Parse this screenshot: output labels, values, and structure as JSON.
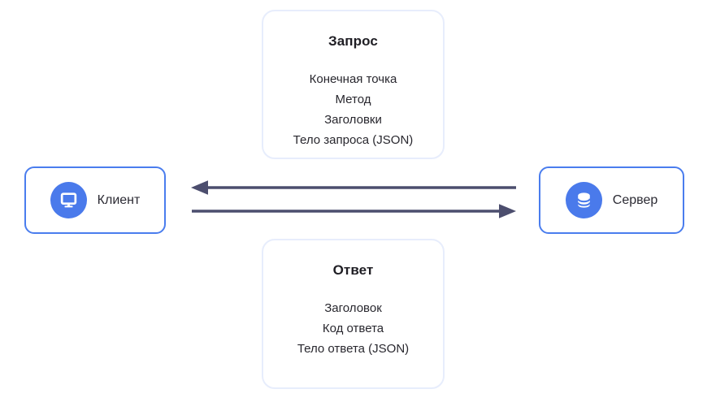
{
  "diagram": {
    "request_card": {
      "title": "Запрос",
      "items": [
        "Конечная точка",
        "Метод",
        "Заголовки",
        "Тело запроса (JSON)"
      ]
    },
    "response_card": {
      "title": "Ответ",
      "items": [
        "Заголовок",
        "Код ответа",
        "Тело ответа (JSON)"
      ]
    },
    "client_node": {
      "label": "Клиент",
      "icon": "monitor-icon"
    },
    "server_node": {
      "label": "Сервер",
      "icon": "database-icon"
    },
    "arrows": [
      {
        "direction": "left",
        "from": "server",
        "to": "client"
      },
      {
        "direction": "right",
        "from": "client",
        "to": "server"
      }
    ],
    "colors": {
      "accent_blue": "#4a7aeb",
      "node_border": "#4a7dee",
      "card_border": "#e7edfc",
      "arrow": "#4c4e6e",
      "text": "#24232b"
    }
  }
}
